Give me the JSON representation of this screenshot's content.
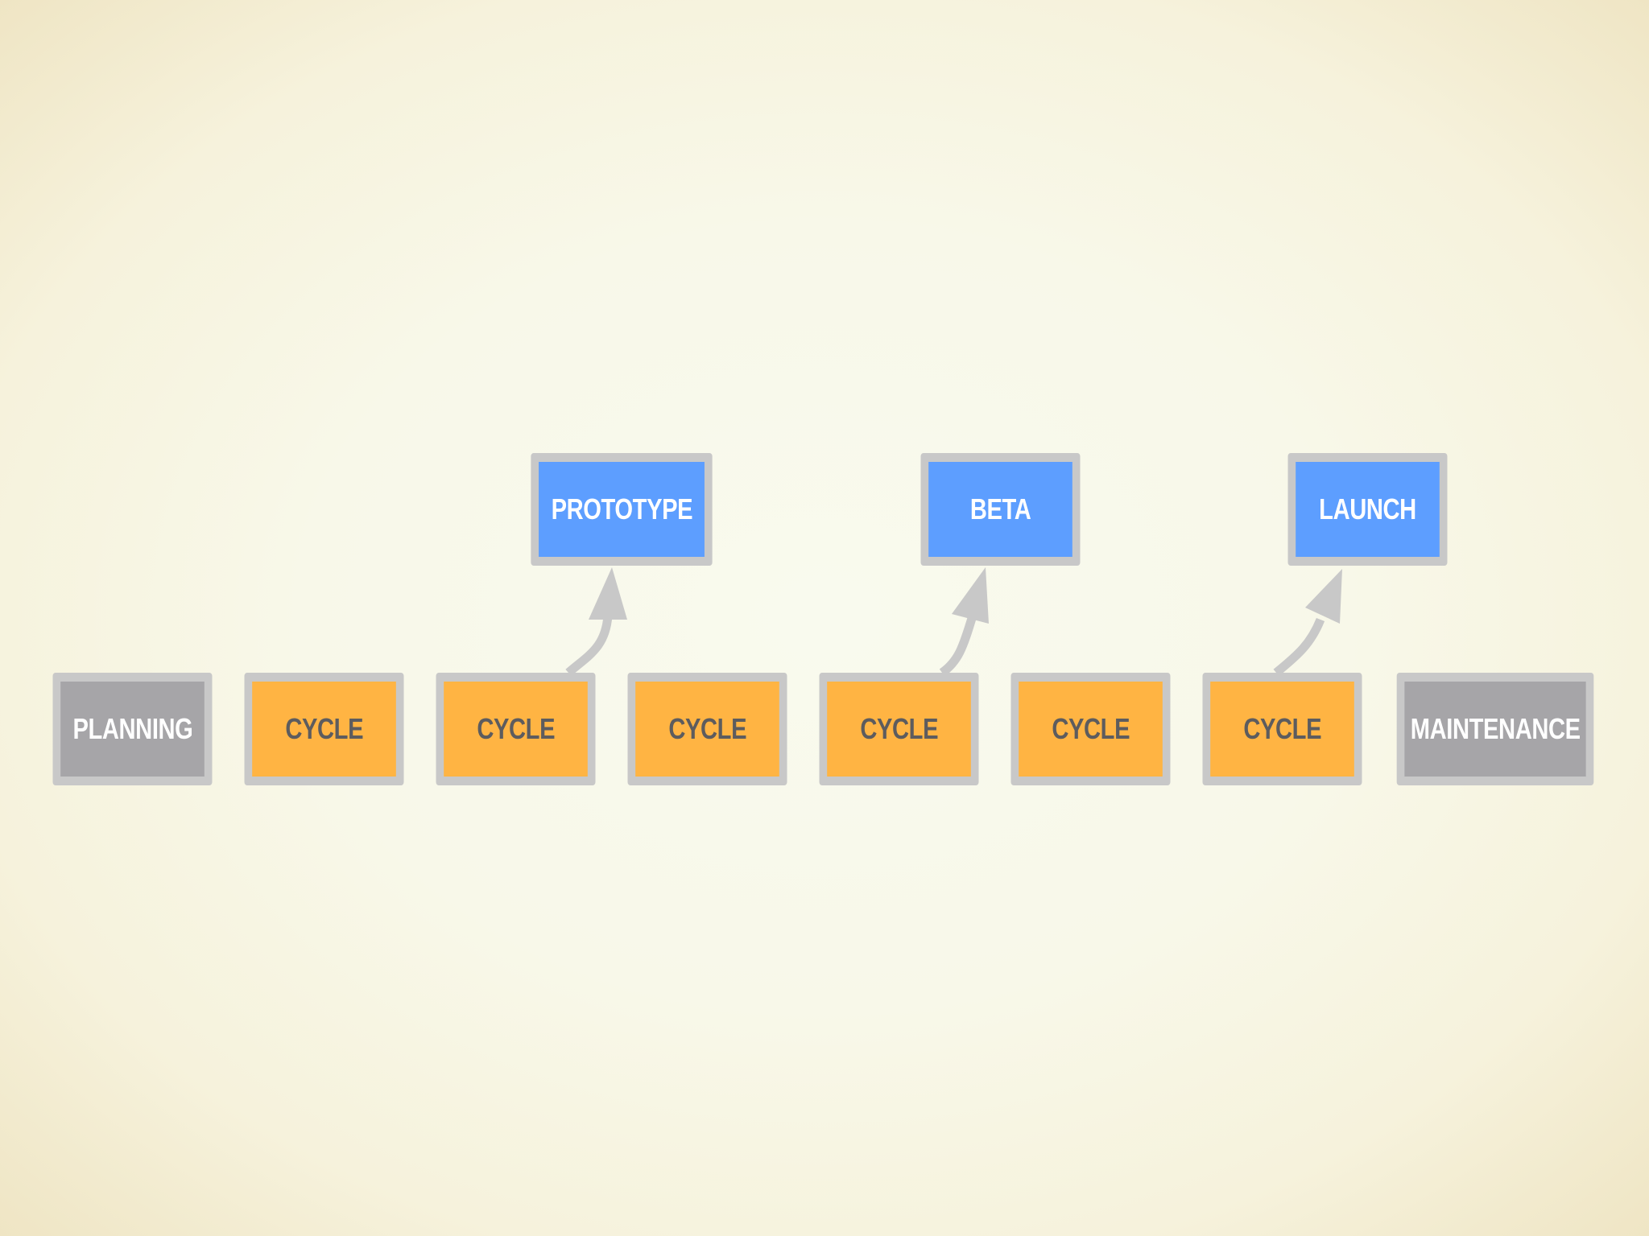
{
  "diagram": {
    "milestones": [
      {
        "label": "PROTOTYPE"
      },
      {
        "label": "BETA"
      },
      {
        "label": "LAUNCH"
      }
    ],
    "phases": [
      {
        "label": "PLANNING",
        "kind": "gray"
      },
      {
        "label": "CYCLE",
        "kind": "orange"
      },
      {
        "label": "CYCLE",
        "kind": "orange"
      },
      {
        "label": "CYCLE",
        "kind": "orange"
      },
      {
        "label": "CYCLE",
        "kind": "orange"
      },
      {
        "label": "CYCLE",
        "kind": "orange"
      },
      {
        "label": "CYCLE",
        "kind": "orange"
      },
      {
        "label": "MAINTENANCE",
        "kind": "gray"
      }
    ],
    "colors": {
      "gray_box": "#a6a5a8",
      "orange_box": "#ffb443",
      "blue_box": "#5d9eff",
      "border": "#c8c8c8",
      "arrow": "#c8c8c8",
      "background": "#f8f8e9"
    }
  }
}
